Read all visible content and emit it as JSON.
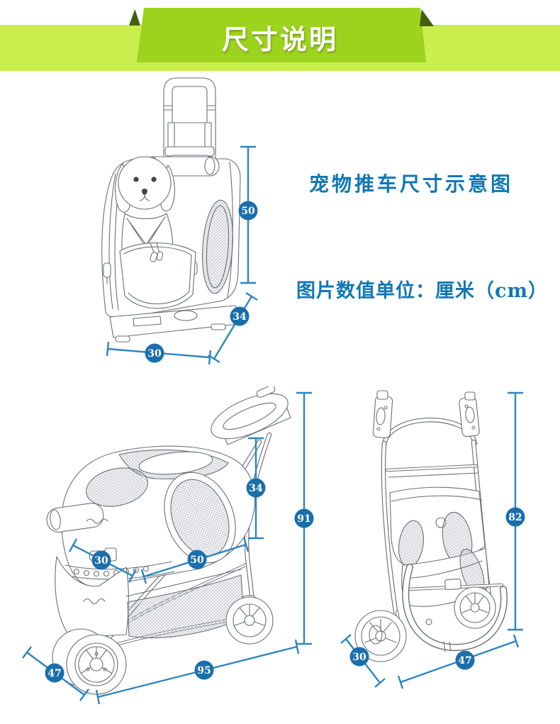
{
  "banner": {
    "title": "尺寸说明"
  },
  "notes": {
    "diagram_title": "宠物推车尺寸示意图",
    "unit_note": "图片数值单位：厘米（cm）"
  },
  "diagrams": {
    "carrier": {
      "label": "pet-carrier-trolley-bag",
      "dims": {
        "height": "50",
        "depth": "34",
        "width": "30"
      }
    },
    "stroller": {
      "label": "pet-stroller-assembled",
      "dims": {
        "carrier_height": "34",
        "overall_height": "91",
        "front_width": "30",
        "carrier_length": "50",
        "wheel_depth": "47",
        "overall_length": "95"
      }
    },
    "folded": {
      "label": "pet-stroller-folded",
      "dims": {
        "height": "82",
        "width": "30",
        "depth": "47"
      }
    }
  },
  "colors": {
    "band": "#c9ee4d",
    "ribbon": "#9cd31d",
    "ribbon-dark": "#45600d",
    "blue-text": "#1277b4",
    "dim-line": "#2d85c0",
    "badge": "#1a6fab",
    "sketch": "#6a7077"
  }
}
